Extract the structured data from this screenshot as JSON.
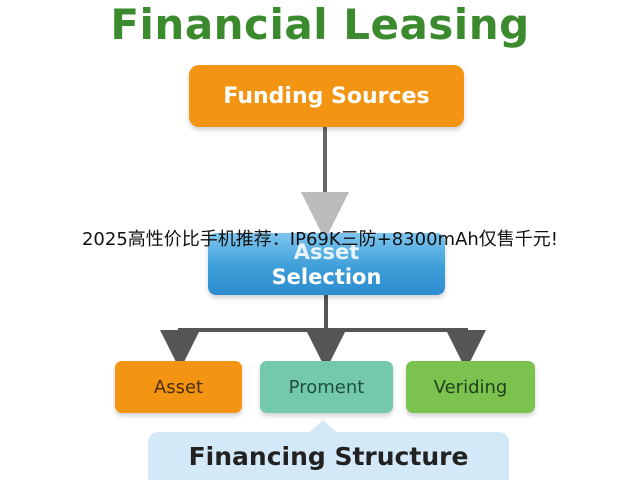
{
  "title": "Financial Leasing",
  "nodes": {
    "funding": "Funding Sources",
    "selection_line1": "Asset",
    "selection_line2": "Selection",
    "children": [
      "Asset",
      "Proment",
      "Veriding"
    ],
    "structure": "Financing Structure"
  },
  "overlay_text": "2025高性价比手机推荐：IP69K三防+8300mAh仅售千元!",
  "colors": {
    "title": "#3b8a2e",
    "funding": "#f39412",
    "selection": "#3d9fd9",
    "asset": "#f39412",
    "proment": "#74c8ab",
    "veriding": "#7cc24f",
    "structure": "#d3e9f8",
    "connector": "#555555"
  }
}
